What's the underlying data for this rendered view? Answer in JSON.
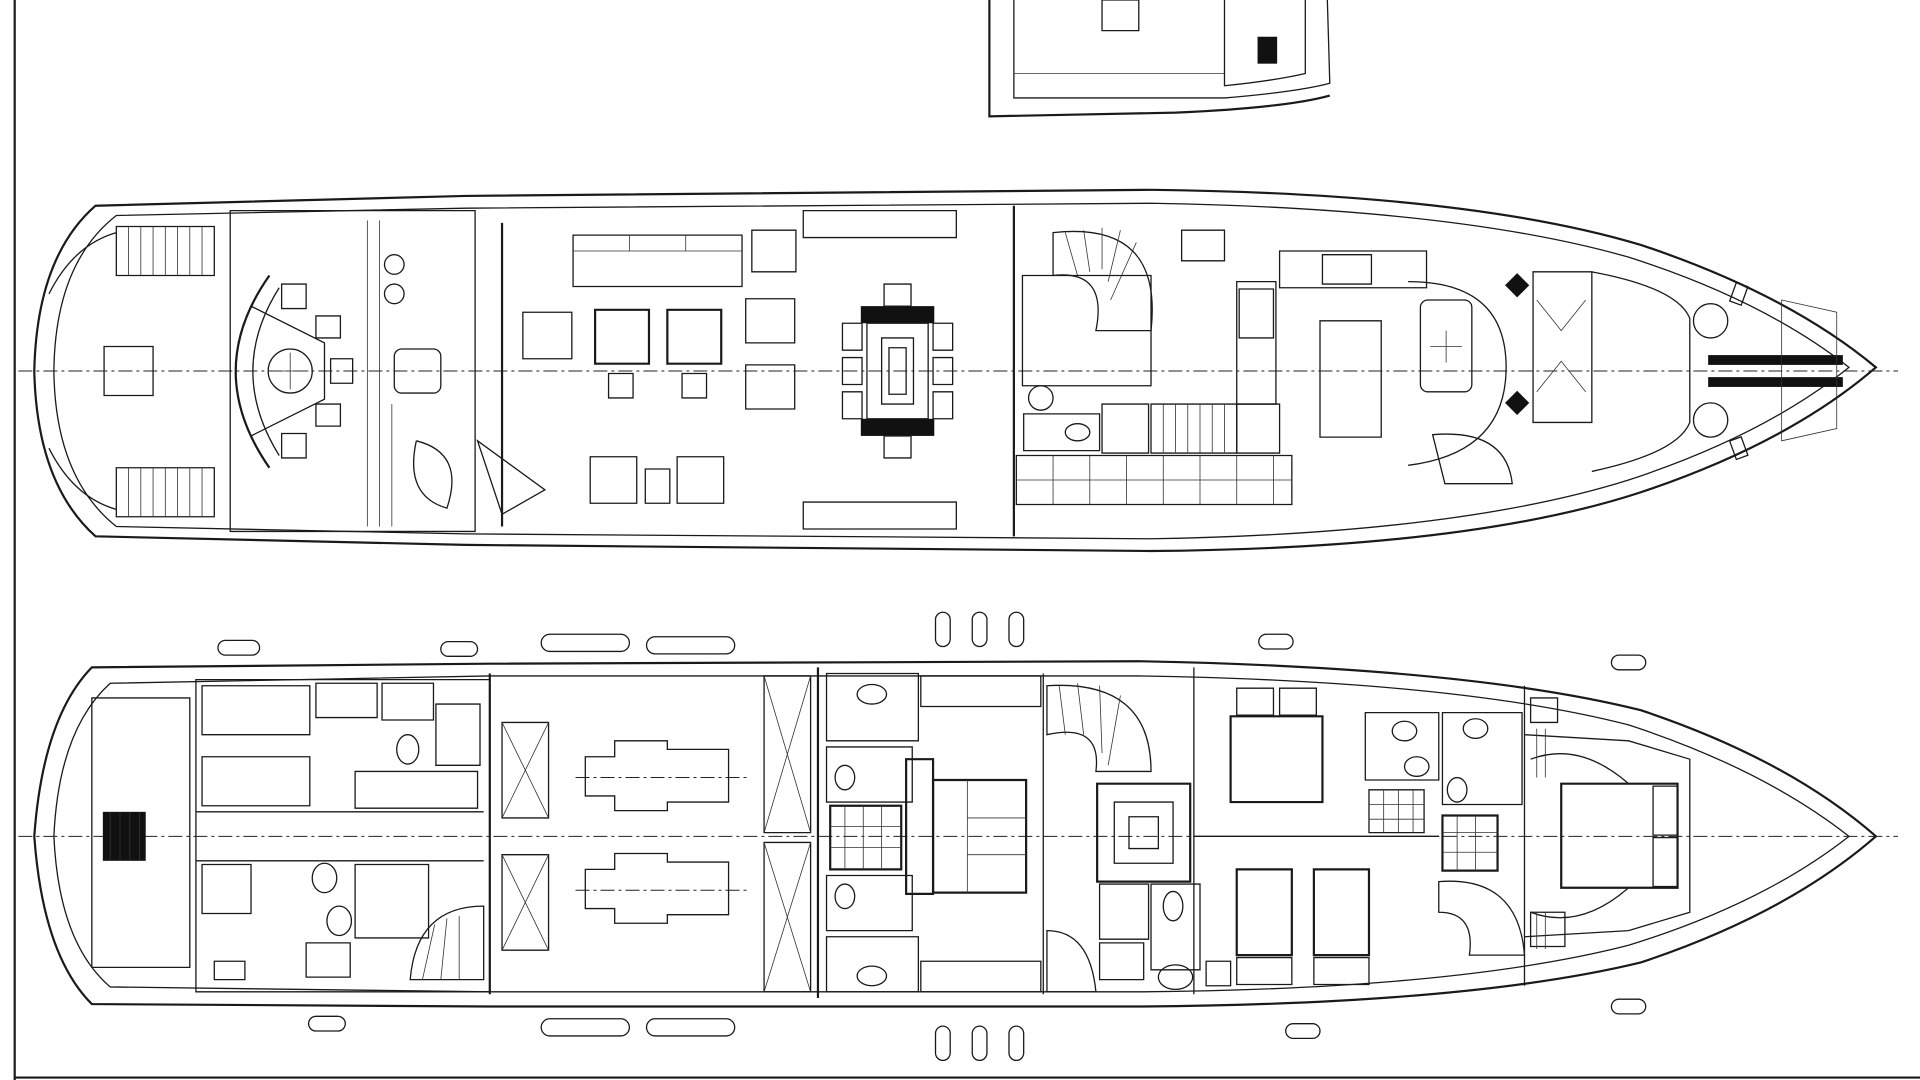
{
  "drawing": {
    "colors": {
      "line": "#1a1a1a",
      "background": "#ffffff"
    },
    "views": [
      "flybridge-partial",
      "main-deck",
      "lower-deck"
    ]
  }
}
